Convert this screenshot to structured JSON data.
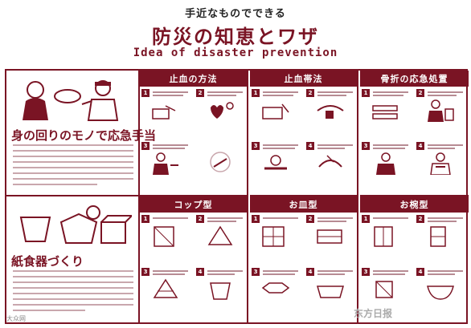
{
  "header": {
    "subtitle": "手近なものでできる",
    "title": "防災の知恵とワザ",
    "english": "Idea of disaster prevention"
  },
  "sections": [
    {
      "title": "身の回りのモノで応急手当"
    },
    {
      "title": "紙食器づくり"
    }
  ],
  "panels": [
    {
      "title": "止血の方法"
    },
    {
      "title": "止血帯法"
    },
    {
      "title": "骨折の応急処置"
    },
    {
      "title": "コップ型"
    },
    {
      "title": "お皿型"
    },
    {
      "title": "お椀型"
    }
  ],
  "step_numbers": [
    "1",
    "2",
    "3",
    "4"
  ],
  "colors": {
    "accent": "#7a1424",
    "line": "#b78b93"
  },
  "watermarks": {
    "left": "大众网",
    "right": "东方日报"
  }
}
